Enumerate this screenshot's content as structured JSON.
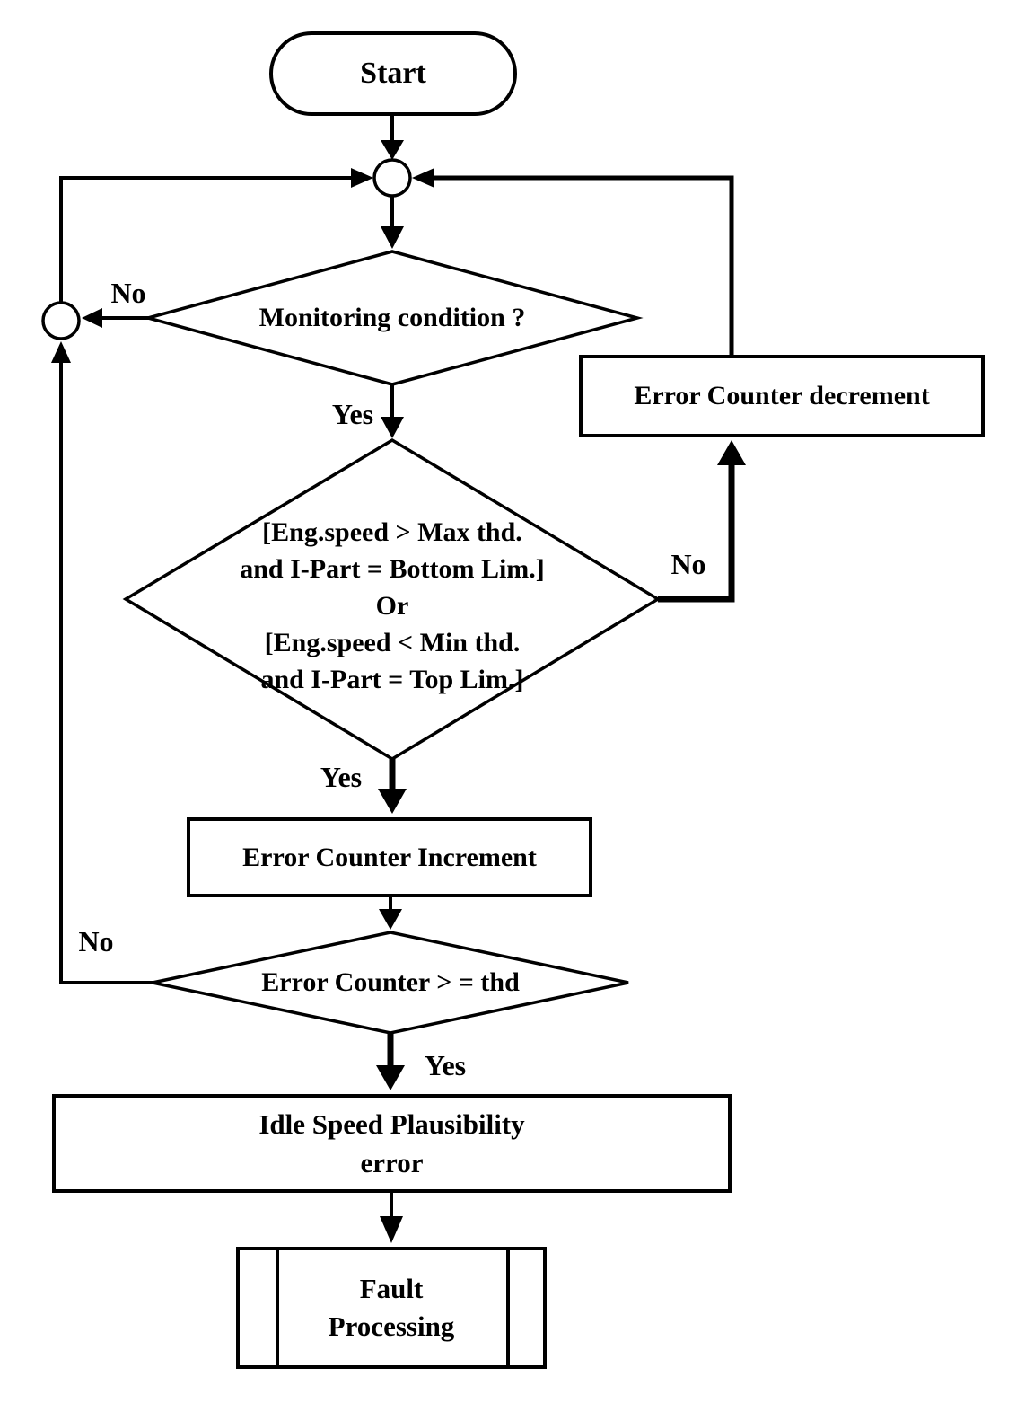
{
  "canvas": {
    "background": "#ffffff",
    "line_color": "#000000",
    "text_color": "#000000"
  },
  "nodes": {
    "start": {
      "type": "terminator",
      "label": "Start"
    },
    "monitoring": {
      "type": "decision",
      "label": "Monitoring condition ?"
    },
    "speed_check": {
      "type": "decision",
      "lines": [
        "[Eng.speed > Max thd.",
        "and I-Part = Bottom Lim.]",
        "Or",
        "[Eng.speed < Min thd.",
        "and I-Part = Top Lim.]"
      ]
    },
    "decrement": {
      "type": "process",
      "label": "Error Counter decrement"
    },
    "increment": {
      "type": "process",
      "label": "Error Counter Increment"
    },
    "threshold": {
      "type": "decision",
      "label": "Error Counter > = thd"
    },
    "idle_error": {
      "type": "process",
      "lines": [
        "Idle Speed Plausibility",
        "error"
      ]
    },
    "fault": {
      "type": "predefined_process",
      "lines": [
        "Fault",
        "Processing"
      ]
    }
  },
  "edge_labels": {
    "monitoring_no": "No",
    "monitoring_yes": "Yes",
    "speed_check_no": "No",
    "speed_check_yes": "Yes",
    "threshold_no": "No",
    "threshold_yes": "Yes"
  }
}
